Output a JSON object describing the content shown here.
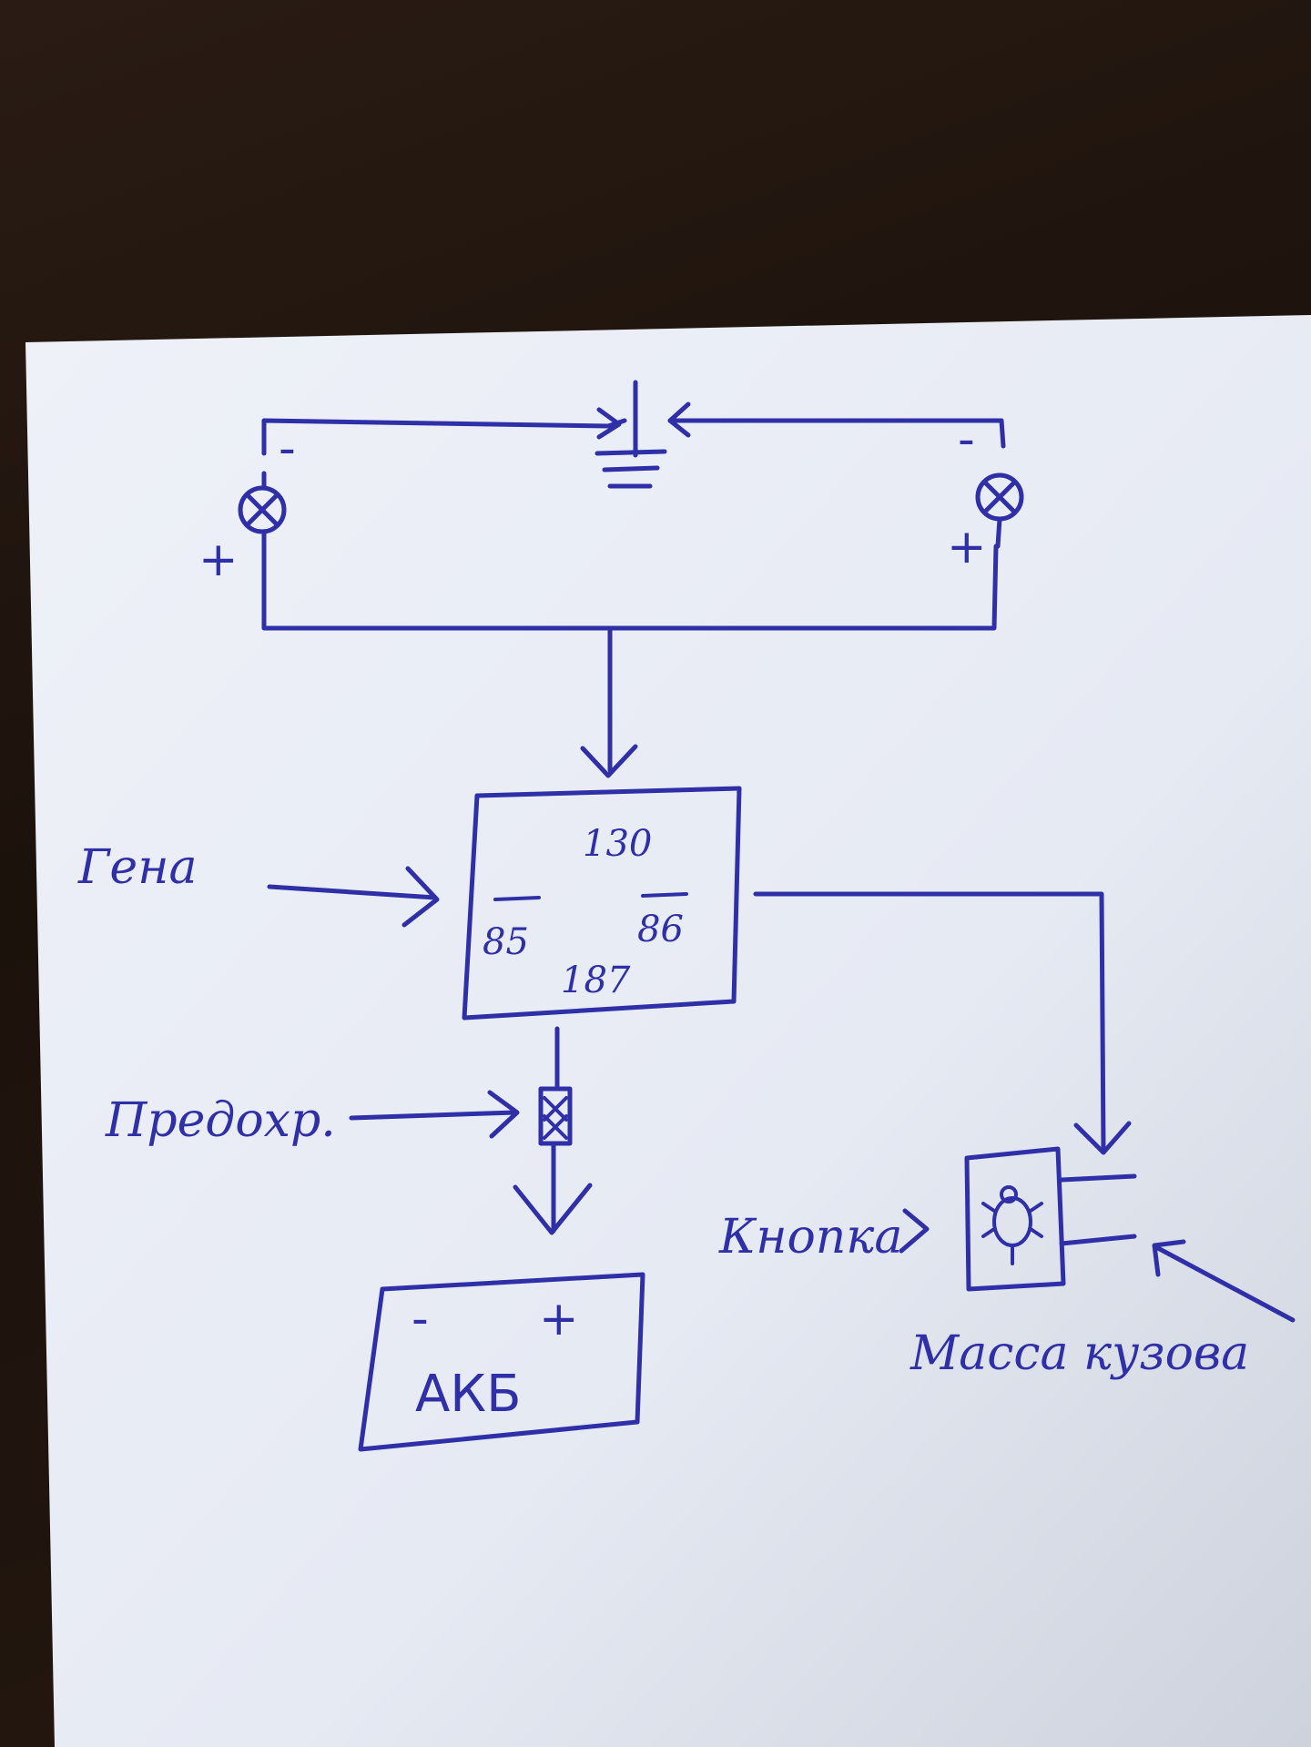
{
  "relay": {
    "pin_130": "130",
    "pin_85": "85",
    "pin_86": "86",
    "pin_187": "187"
  },
  "labels": {
    "generator": "Гена",
    "fuse": "Предохр.",
    "button": "Кнопка",
    "body_ground": "Масса кузова",
    "battery": "АКБ"
  },
  "signs": {
    "plus": "+",
    "minus": "-"
  },
  "colors": {
    "ink": "#2f2fa8",
    "paper": "#e8ecf4",
    "background": "#221710"
  }
}
